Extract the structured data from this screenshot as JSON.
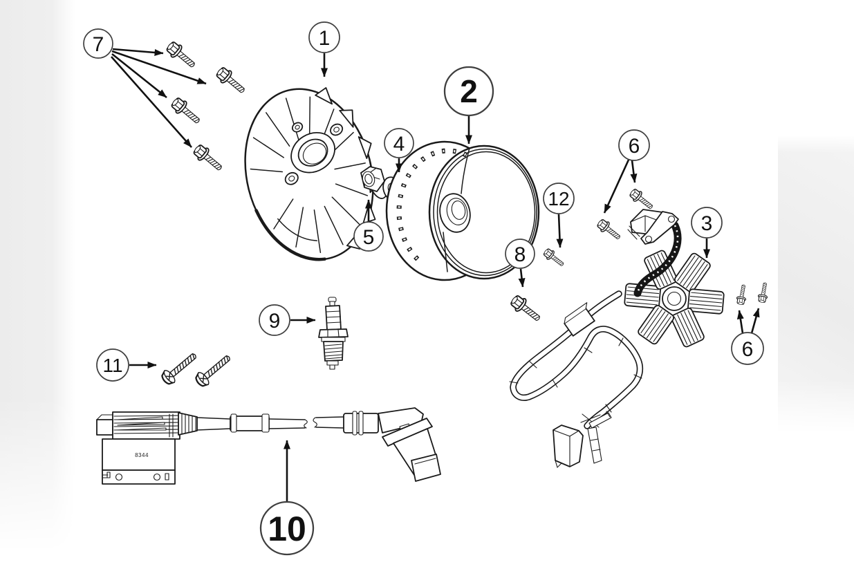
{
  "diagram": {
    "title": "ignition-flywheel-exploded-parts-diagram",
    "palette": {
      "line": "#1a1a1a",
      "background": "#ffffff",
      "shade": "#ececec",
      "callout_stroke": "#3f3f3f"
    },
    "ignition_coil_label": "8344",
    "callouts": {
      "c1": {
        "label": "1",
        "part": "flywheel",
        "qty": 1
      },
      "c2": {
        "label": "2",
        "part": "magneto-rotor-drum",
        "qty": 1
      },
      "c3": {
        "label": "3",
        "part": "stator-assembly",
        "qty": 1
      },
      "c4": {
        "label": "4",
        "part": "washer",
        "qty": 1
      },
      "c5": {
        "label": "5",
        "part": "flange-nut",
        "qty": 1
      },
      "c6a": {
        "label": "6",
        "part": "flange-bolts-upper",
        "qty": 2
      },
      "c6b": {
        "label": "6",
        "part": "flange-bolts-lower",
        "qty": 2
      },
      "c7": {
        "label": "7",
        "part": "flange-bolts",
        "qty": 4
      },
      "c8": {
        "label": "8",
        "part": "flange-bolt",
        "qty": 1
      },
      "c9": {
        "label": "9",
        "part": "spark-plug",
        "qty": 1
      },
      "c10": {
        "label": "10",
        "part": "ignition-coil-with-lead",
        "qty": 1
      },
      "c11": {
        "label": "11",
        "part": "pan-head-screws",
        "qty": 2
      },
      "c12": {
        "label": "12",
        "part": "flange-bolt",
        "qty": 1
      }
    }
  }
}
